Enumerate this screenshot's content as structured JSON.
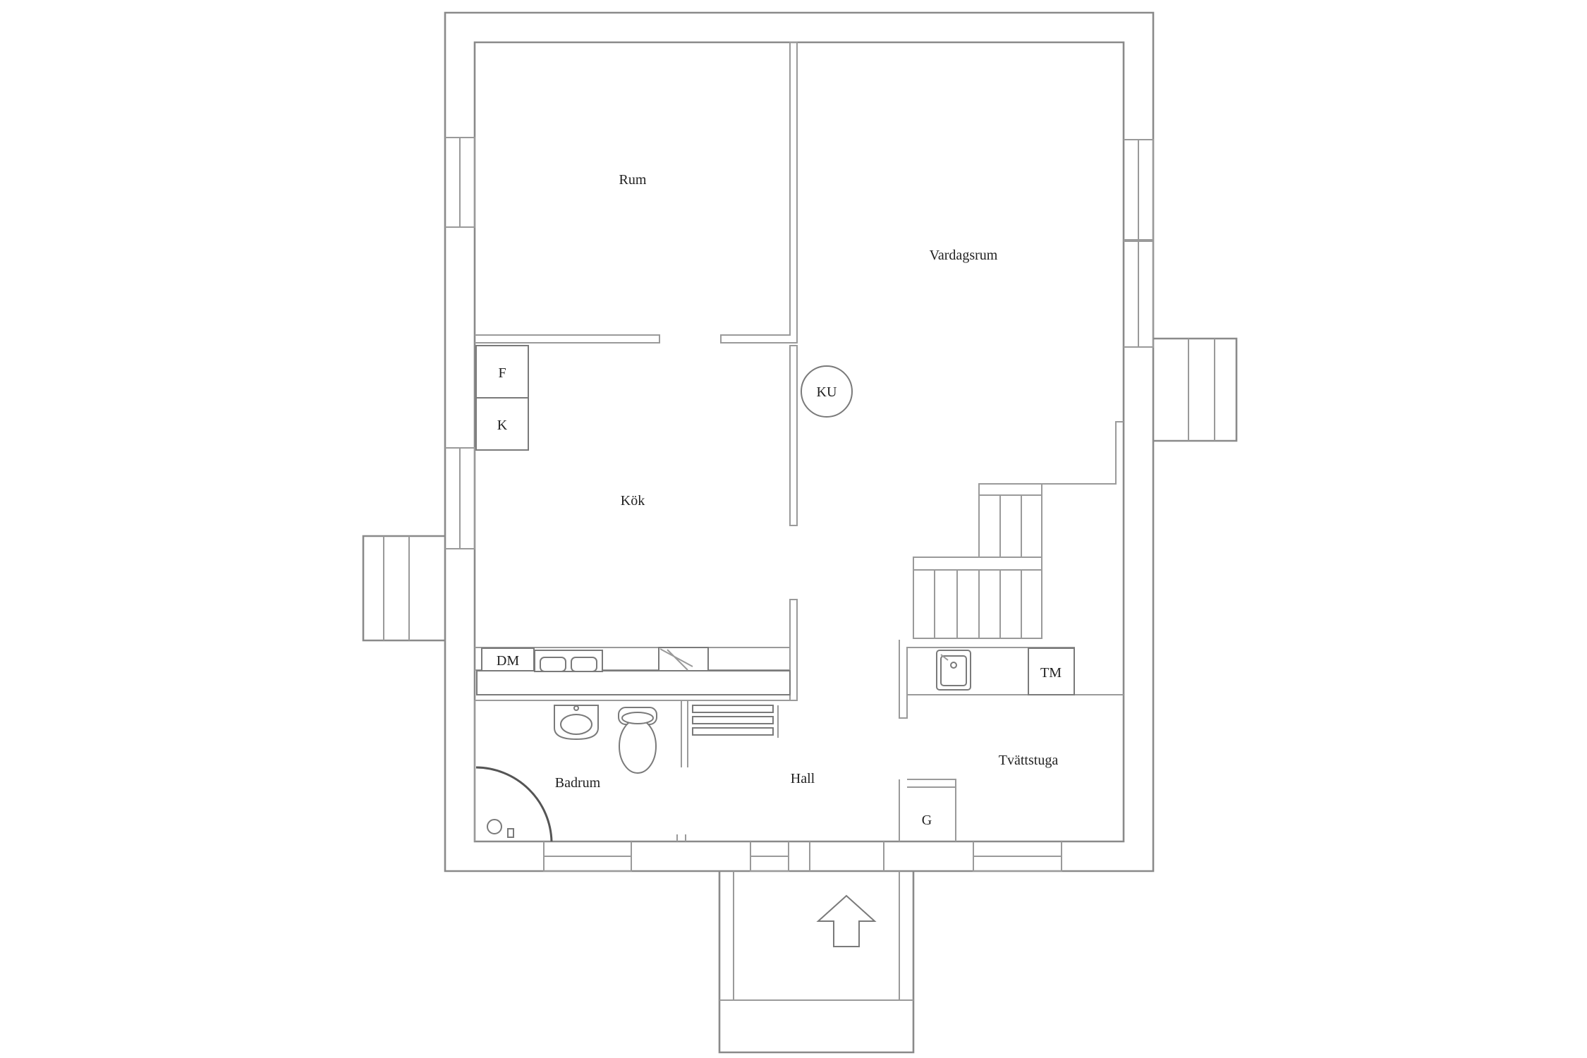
{
  "rooms": {
    "rum": "Rum",
    "vardagsrum": "Vardagsrum",
    "kok": "Kök",
    "badrum": "Badrum",
    "hall": "Hall",
    "tvattstuga": "Tvättstuga"
  },
  "fixtures": {
    "fridge": "F",
    "freezer": "K",
    "stove": "KU",
    "dishwasher": "DM",
    "washing_machine": "TM",
    "g": "G"
  },
  "colors": {
    "wall": "#8a8a8a",
    "text": "#222222",
    "background": "#ffffff"
  }
}
